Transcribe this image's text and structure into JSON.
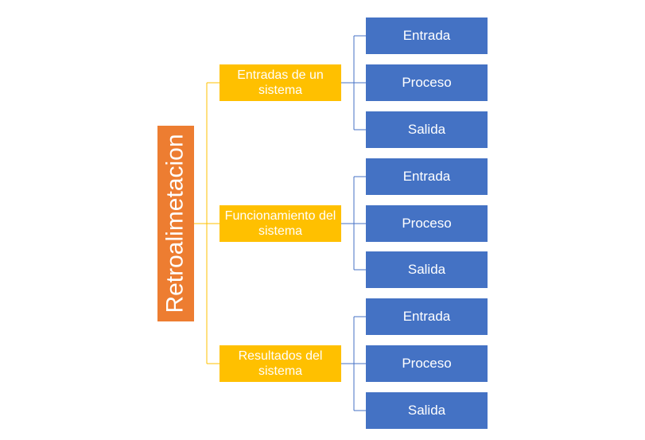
{
  "diagram": {
    "root": {
      "label": "Retroalimetacion"
    },
    "branches": [
      {
        "label": "Entradas de un sistema",
        "children": [
          "Entrada",
          "Proceso",
          "Salida"
        ]
      },
      {
        "label": "Funcionamiento del sistema",
        "children": [
          "Entrada",
          "Proceso",
          "Salida"
        ]
      },
      {
        "label": "Resultados del sistema",
        "children": [
          "Entrada",
          "Proceso",
          "Salida"
        ]
      }
    ]
  },
  "colors": {
    "root": "#ED7D31",
    "branch": "#FFC000",
    "leaf": "#4472C4",
    "branch_connector": "#FFC000",
    "leaf_connector": "#4472C4"
  }
}
